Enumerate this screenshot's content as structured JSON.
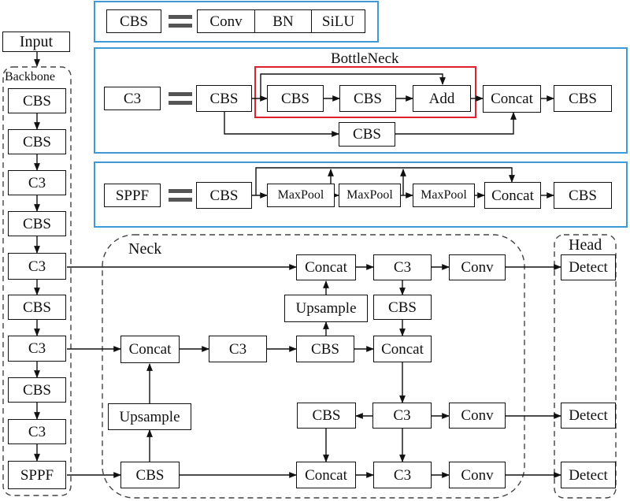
{
  "input_label": "Input",
  "backbone": {
    "title": "Backbone",
    "blocks": [
      "CBS",
      "CBS",
      "C3",
      "CBS",
      "C3",
      "CBS",
      "C3",
      "CBS",
      "C3",
      "SPPF"
    ]
  },
  "legend_cbs": {
    "lhs": "CBS",
    "parts": [
      "Conv",
      "BN",
      "SiLU"
    ]
  },
  "legend_c3": {
    "lhs": "C3",
    "bottleneck_title": "BottleNeck",
    "cbs_in": "CBS",
    "bn_cbs1": "CBS",
    "bn_cbs2": "CBS",
    "add": "Add",
    "concat": "Concat",
    "cbs_out": "CBS",
    "cbs_branch": "CBS"
  },
  "legend_sppf": {
    "lhs": "SPPF",
    "cbs_in": "CBS",
    "maxpool": [
      "MaxPool",
      "MaxPool",
      "MaxPool"
    ],
    "concat": "Concat",
    "cbs_out": "CBS"
  },
  "neck": {
    "title": "Neck",
    "row1": {
      "concat": "Concat",
      "c3": "C3",
      "conv": "Conv"
    },
    "upsample_top": "Upsample",
    "cbs_right": "CBS",
    "row3": {
      "concat_left": "Concat",
      "c3": "C3",
      "cbs": "CBS",
      "concat_right": "Concat"
    },
    "upsample_left": "Upsample",
    "row5": {
      "cbs": "CBS",
      "c3": "C3",
      "conv": "Conv"
    },
    "row6": {
      "cbs": "CBS",
      "concat": "Concat",
      "c3": "C3",
      "conv": "Conv"
    }
  },
  "head": {
    "title": "Head",
    "detect": [
      "Detect",
      "Detect",
      "Detect"
    ]
  },
  "colors": {
    "legend_border": "#3d9ad6",
    "bottleneck_border": "#e0202a",
    "line": "#111111"
  }
}
